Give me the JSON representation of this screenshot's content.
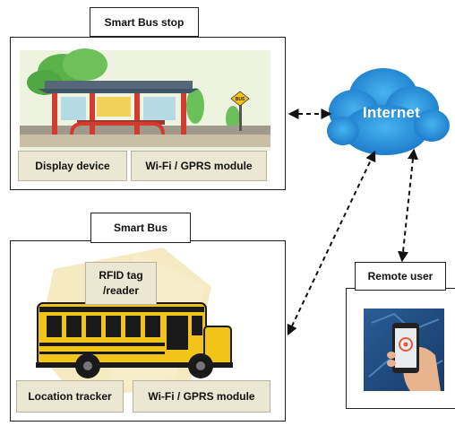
{
  "bus_stop": {
    "title": "Smart Bus stop",
    "display_label": "Display device",
    "wifi_label": "Wi-Fi / GPRS module"
  },
  "internet": {
    "label": "Internet"
  },
  "smart_bus": {
    "title": "Smart Bus",
    "rfid_label": "RFID tag\n/reader",
    "location_label": "Location tracker",
    "wifi_label": "Wi-Fi / GPRS module"
  },
  "remote": {
    "title": "Remote user"
  },
  "colors": {
    "cloud": "#1f8fdc",
    "bus": "#f2c318",
    "label_bg": "#ece7d3",
    "arrow": "#111111"
  }
}
